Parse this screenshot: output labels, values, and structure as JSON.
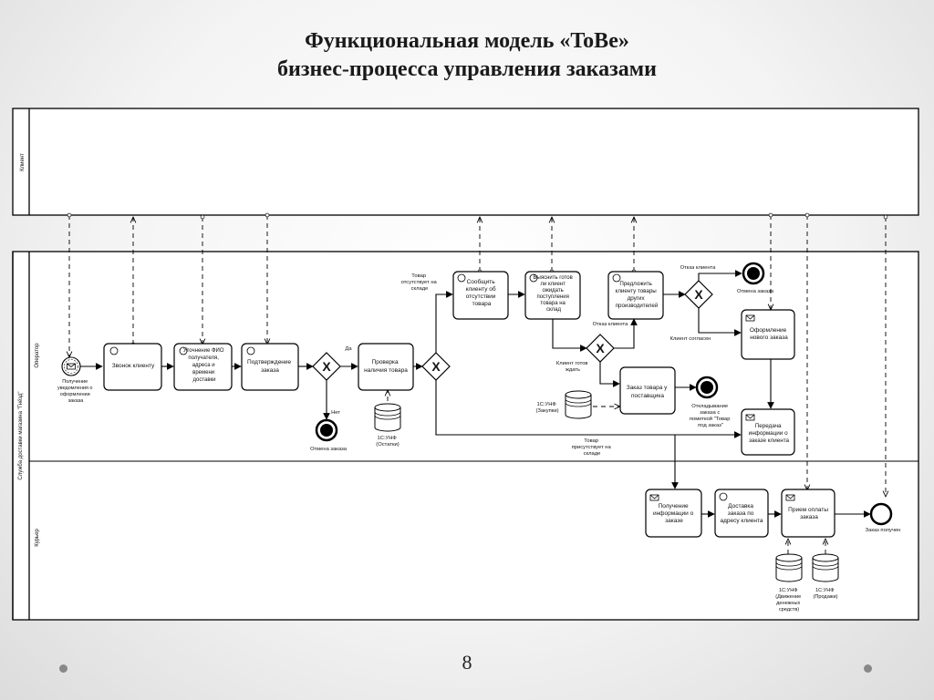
{
  "slide": {
    "title_line1": "Функциональная модель «ToBe»",
    "title_line2": "бизнес-процесса управления заказами",
    "page_number": "8"
  },
  "pool": {
    "name": "Служба доставки магазина \"Гнёзд\""
  },
  "lanes": {
    "client": "Клиент",
    "operator": "Оператор",
    "courier": "Курьер"
  },
  "tasks": {
    "call_client": [
      "Звонок клиенту"
    ],
    "clarify_data": [
      "Уточнение ФИО",
      "получателя,",
      "адреса и",
      "времени",
      "доставки"
    ],
    "confirm_order": [
      "Подтверждение",
      "заказа"
    ],
    "check_stock": [
      "Проверка",
      "наличия товара"
    ],
    "notify_absence": [
      "Сообщить",
      "клиенту об",
      "отсутствии",
      "товара"
    ],
    "ask_wait": [
      "Выяснить готов",
      "ли клиент",
      "ожидать",
      "поступления",
      "товара на",
      "склад"
    ],
    "offer_other": [
      "Предложить",
      "клиенту товары",
      "других",
      "производителей"
    ],
    "new_order": [
      "Оформление",
      "нового заказа"
    ],
    "order_supplier": [
      "Заказ товара у",
      "поставщика"
    ],
    "pass_info": [
      "Передача",
      "информации о",
      "заказе клиента"
    ],
    "receive_info": [
      "Получение",
      "информации о",
      "заказе"
    ],
    "delivery": [
      "Доставка",
      "заказа по",
      "адресу клиента"
    ],
    "payment": [
      "Прием оплаты",
      "заказа"
    ]
  },
  "events": {
    "start": [
      "Получение",
      "уведомления о",
      "оформлении",
      "заказа"
    ],
    "cancel_order": [
      "Отмена заказа"
    ],
    "cancel_order_top": [
      "Отмена заказа"
    ],
    "deferred": [
      "Откладывание",
      "заказа с",
      "пометкой \"Товар",
      "под заказ\""
    ],
    "order_received": [
      "Заказ получен"
    ]
  },
  "flow_labels": {
    "yes": "Да",
    "no": "Нет",
    "absent_in_stock": [
      "Товар",
      "отсутствует на",
      "складе"
    ],
    "in_stock": [
      "Товар",
      "присутствует на",
      "складе"
    ],
    "client_refusal_top": "Отказ клиента",
    "client_refusal_mid": "Отказ клиента",
    "client_agrees": "Клиент согласен",
    "client_ready_wait": [
      "Клиент готов",
      "ждать"
    ]
  },
  "data_stores": {
    "stock": [
      "1С:УНФ",
      "(Остатки)"
    ],
    "purchases": [
      "1С:УНФ",
      "(Закупки)"
    ],
    "cash_flow": [
      "1С:УНФ",
      "(Движение",
      "денежных",
      "средств)"
    ],
    "sales": [
      "1С:УНФ",
      "(Продажи)"
    ]
  }
}
